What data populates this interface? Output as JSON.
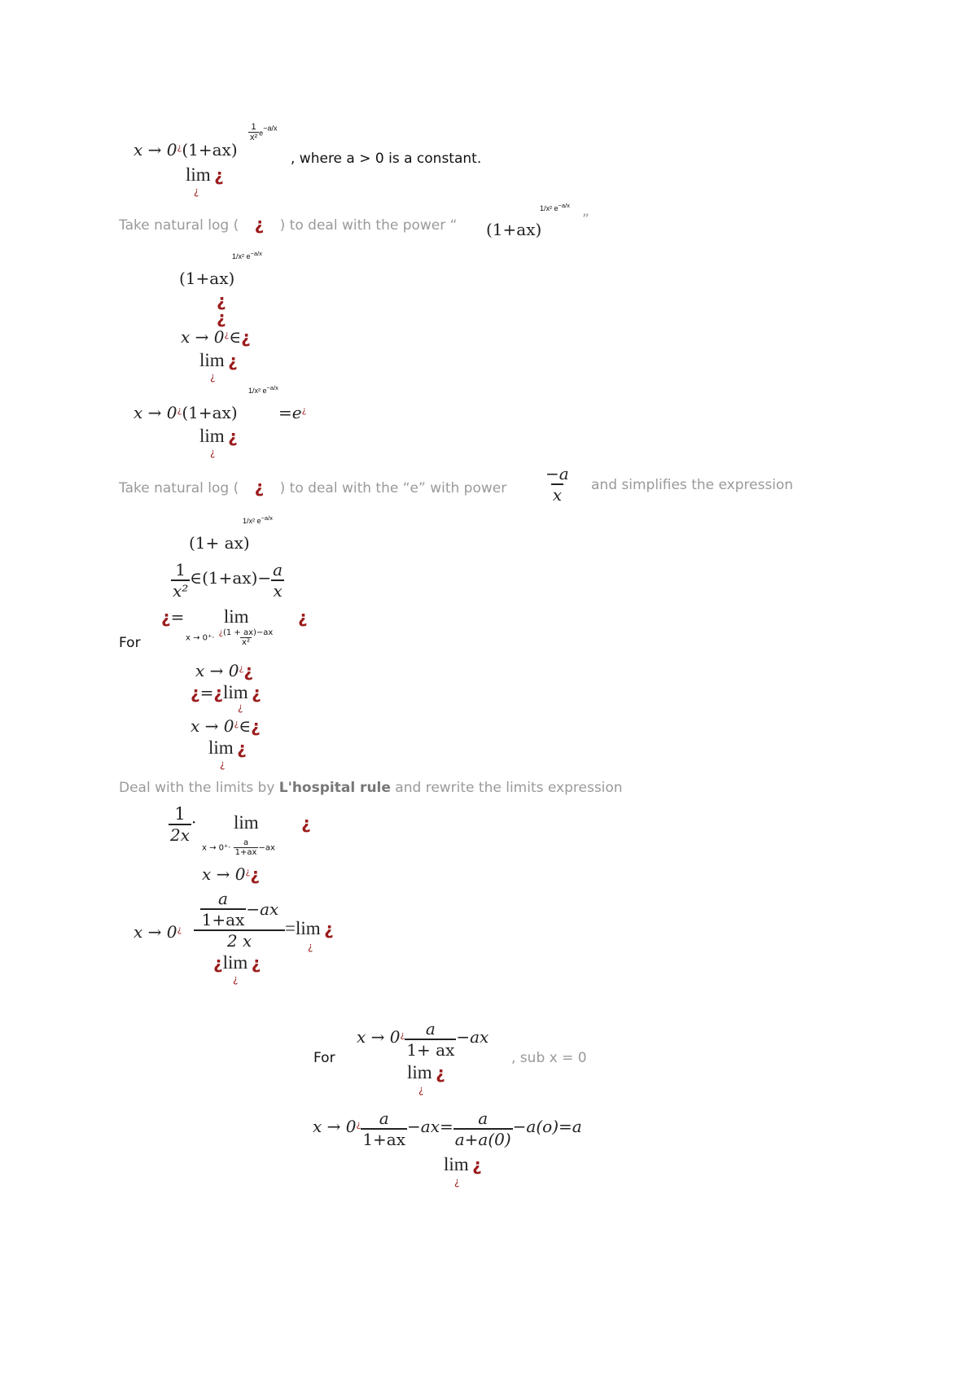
{
  "problem": {
    "limit_expr": "x → 0⁺ (1+ax)^(1/x² · e^(−a/x))",
    "lim_label": "lim",
    "placeholder_glyph": "¿",
    "suffix": ", where a > 0 is a constant."
  },
  "step1": {
    "text_before": "Take natural log (",
    "text_mid": ") to deal with the power “",
    "text_after": "”",
    "power_expr": "(1+ax)",
    "eq1_base": "(1+ax)",
    "eq1_arrow": "x → 0",
    "eq1_in": "∈",
    "eq2_left": "x → 0",
    "eq2_base": "(1+ax)",
    "eq2_rhs": "=e"
  },
  "step2": {
    "text_before": "Take natural log (",
    "text_mid": ") to deal with the “e” with power",
    "power_num": "−a",
    "power_den": "x",
    "text_after": "and simplifies the expression",
    "base": "(1+ ax)",
    "frac1_num": "1",
    "frac1_den": "x²",
    "mid": "∈(1+ax)−",
    "frac2_num": "a",
    "frac2_den": "x",
    "for_label": "For",
    "eq_sign": "=",
    "lim_sub": "x → 0⁺ · ¿(1 + ax)−ax / x²",
    "arrow2": "x → 0",
    "line3_mid": "=",
    "arrow3": "x → 0",
    "in3": "∈"
  },
  "step3": {
    "text_before": "Deal with the limits by ",
    "text_bold": "L'hospital rule",
    "text_after": " and rewrite the limits expression",
    "frac_num": "1",
    "frac_den": "2x",
    "lim_sub": "x → 0⁺ · a/(1+ax) − ax",
    "arrow": "x → 0",
    "big_left": "x → 0",
    "big_inner_num": "a",
    "big_inner_den": "1+ax",
    "big_minus": "−ax",
    "big_den": "2 x",
    "big_rhs": "=lim"
  },
  "step4": {
    "for_label": "For",
    "arrow": "x → 0",
    "frac_num": "a",
    "frac_den": "1+ ax",
    "minus": "−ax",
    "suffix": ", sub x = 0",
    "final_left": "x → 0",
    "final_f1_num": "a",
    "final_f1_den": "1+ax",
    "final_mid": "−ax=",
    "final_f2_num": "a",
    "final_f2_den": "a+a(0)",
    "final_end": "−a(o)=a"
  }
}
